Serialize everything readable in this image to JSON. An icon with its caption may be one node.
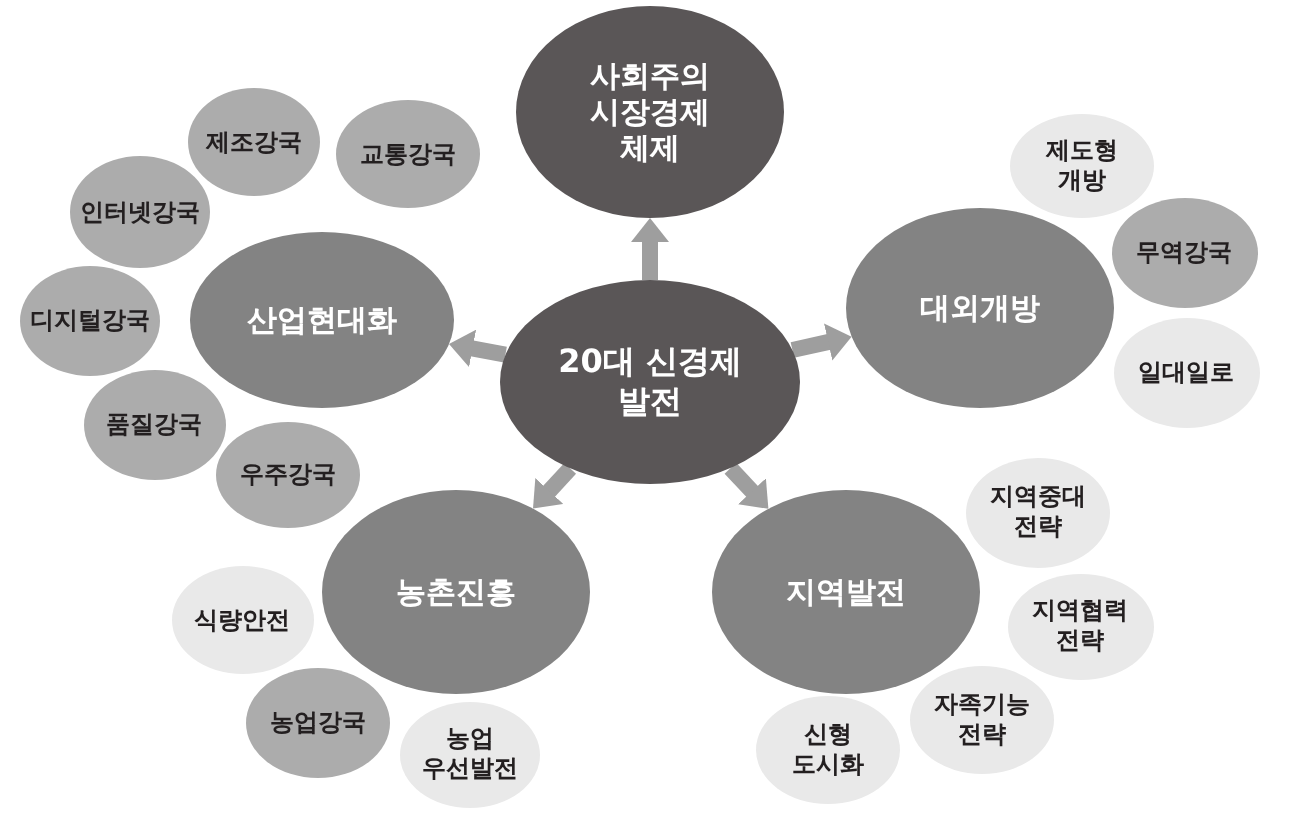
{
  "diagram": {
    "nodes": [
      {
        "text": [
          "20대 신경제 발전"
        ]
      },
      {
        "text": [
          "사회주의 시장경제 체제"
        ]
      },
      {
        "text": [
          "산업현대화"
        ]
      },
      {
        "text": [
          "제조강국"
        ]
      },
      {
        "text": [
          "교통강국"
        ]
      },
      {
        "text": [
          "인터넷강국"
        ]
      },
      {
        "text": [
          "디지털강국"
        ]
      },
      {
        "text": [
          "품질강국"
        ]
      },
      {
        "text": [
          "우주강국"
        ]
      },
      {
        "text": [
          "대외개방"
        ]
      },
      {
        "text": [
          "제도형 개방"
        ]
      },
      {
        "text": [
          "무역강국"
        ]
      },
      {
        "text": [
          "일대일로"
        ]
      },
      {
        "text": [
          "농촌진흥"
        ]
      },
      {
        "text": [
          "식량안전"
        ]
      },
      {
        "text": [
          "농업강국"
        ]
      },
      {
        "text": [
          "농업 우선발전"
        ]
      },
      {
        "text": [
          "지역발전"
        ]
      },
      {
        "text": [
          "지역중대 전략"
        ]
      },
      {
        "text": [
          "지역협력 전략"
        ]
      },
      {
        "text": [
          "자족기능 전략"
        ]
      },
      {
        "text": [
          "신형 도시화"
        ]
      }
    ],
    "edges": [
      {
        "from": 0,
        "to": 1,
        "arrow": "to"
      },
      {
        "from": 0,
        "to": 2,
        "arrow": "to"
      },
      {
        "from": 0,
        "to": 9,
        "arrow": "to"
      },
      {
        "from": 0,
        "to": 13,
        "arrow": "to"
      },
      {
        "from": 0,
        "to": 17,
        "arrow": "to"
      }
    ]
  }
}
